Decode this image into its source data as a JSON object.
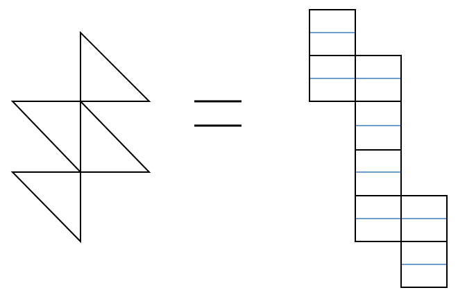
{
  "diagram": {
    "left_figure": {
      "shape": "pinwheel of four right triangles"
    },
    "operator": "=",
    "right_figure": {
      "shape": "staircase of square cells, each split by a horizontal midline",
      "columns": [
        {
          "cells": 4
        },
        {
          "cells": 8
        },
        {
          "cells": 4
        }
      ]
    },
    "colors": {
      "outline": "#000000",
      "midline": "#3b7fc4",
      "background": "#ffffff"
    }
  }
}
